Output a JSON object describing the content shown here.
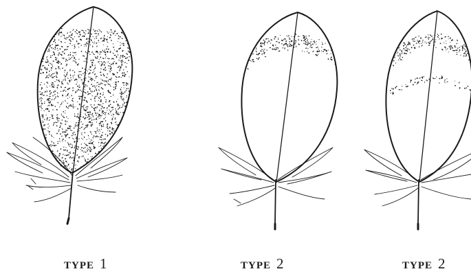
{
  "figures": [
    {
      "word": "TYPE",
      "number": "1",
      "spotting": "full"
    },
    {
      "word": "TYPE",
      "number": "2",
      "spotting": "tip-band"
    },
    {
      "word": "TYPE",
      "number": "2",
      "spotting": "tip-band-double"
    }
  ],
  "colors": {
    "ink": "#1a1a1a",
    "background": "#ffffff"
  }
}
